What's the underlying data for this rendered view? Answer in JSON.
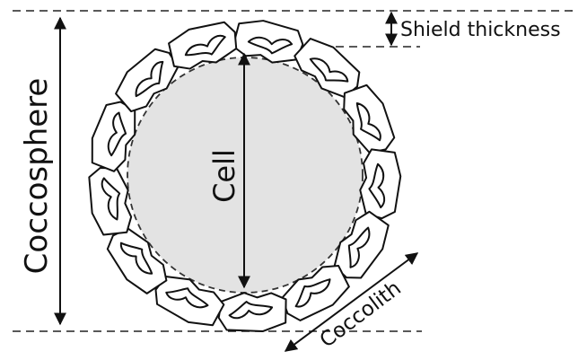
{
  "labels": {
    "shield_thickness": "Shield thickness",
    "coccosphere": "Coccosphere",
    "cell": "Cell",
    "coccolith": "Coccolith"
  },
  "colors": {
    "cell_fill": "#e3e3e3",
    "ink": "#111111",
    "plate_fill": "#ffffff"
  }
}
